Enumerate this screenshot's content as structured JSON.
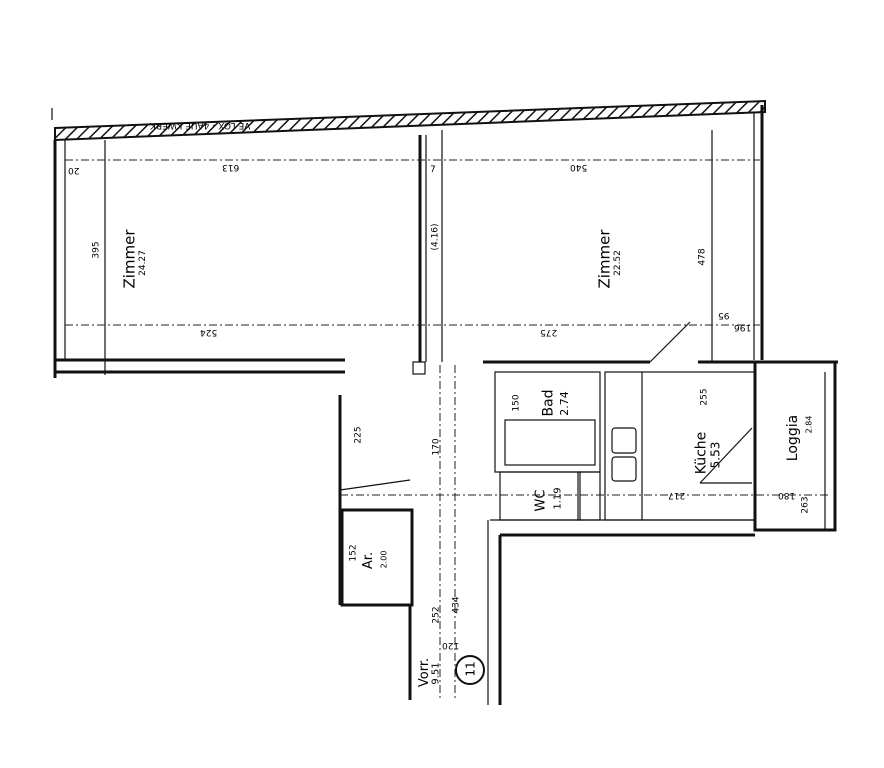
{
  "header_text": "VE LOX - 4AUE KWERK",
  "unit_number": "11",
  "rooms": [
    {
      "name": "Zimmer",
      "area": "24.27"
    },
    {
      "name": "Zimmer",
      "area": "22.52"
    },
    {
      "name": "Bad",
      "area": "2.74"
    },
    {
      "name": "Küche",
      "area": "5.53"
    },
    {
      "name": "Loggia",
      "area": "2.84"
    },
    {
      "name": "WC",
      "area": "1.19"
    },
    {
      "name": "Ar.",
      "area": "2.00"
    },
    {
      "name": "Vorr.",
      "area": "9.51"
    }
  ],
  "dimensions": [
    "613",
    "540",
    "524",
    "275",
    "395",
    "(4.16)",
    "478",
    "20",
    "95",
    "196",
    "255",
    "217",
    "180",
    "263",
    "225",
    "170",
    "150",
    "152",
    "252",
    "434",
    "120",
    "7"
  ],
  "colors": {
    "ink": "#111111",
    "paper": "#ffffff"
  }
}
